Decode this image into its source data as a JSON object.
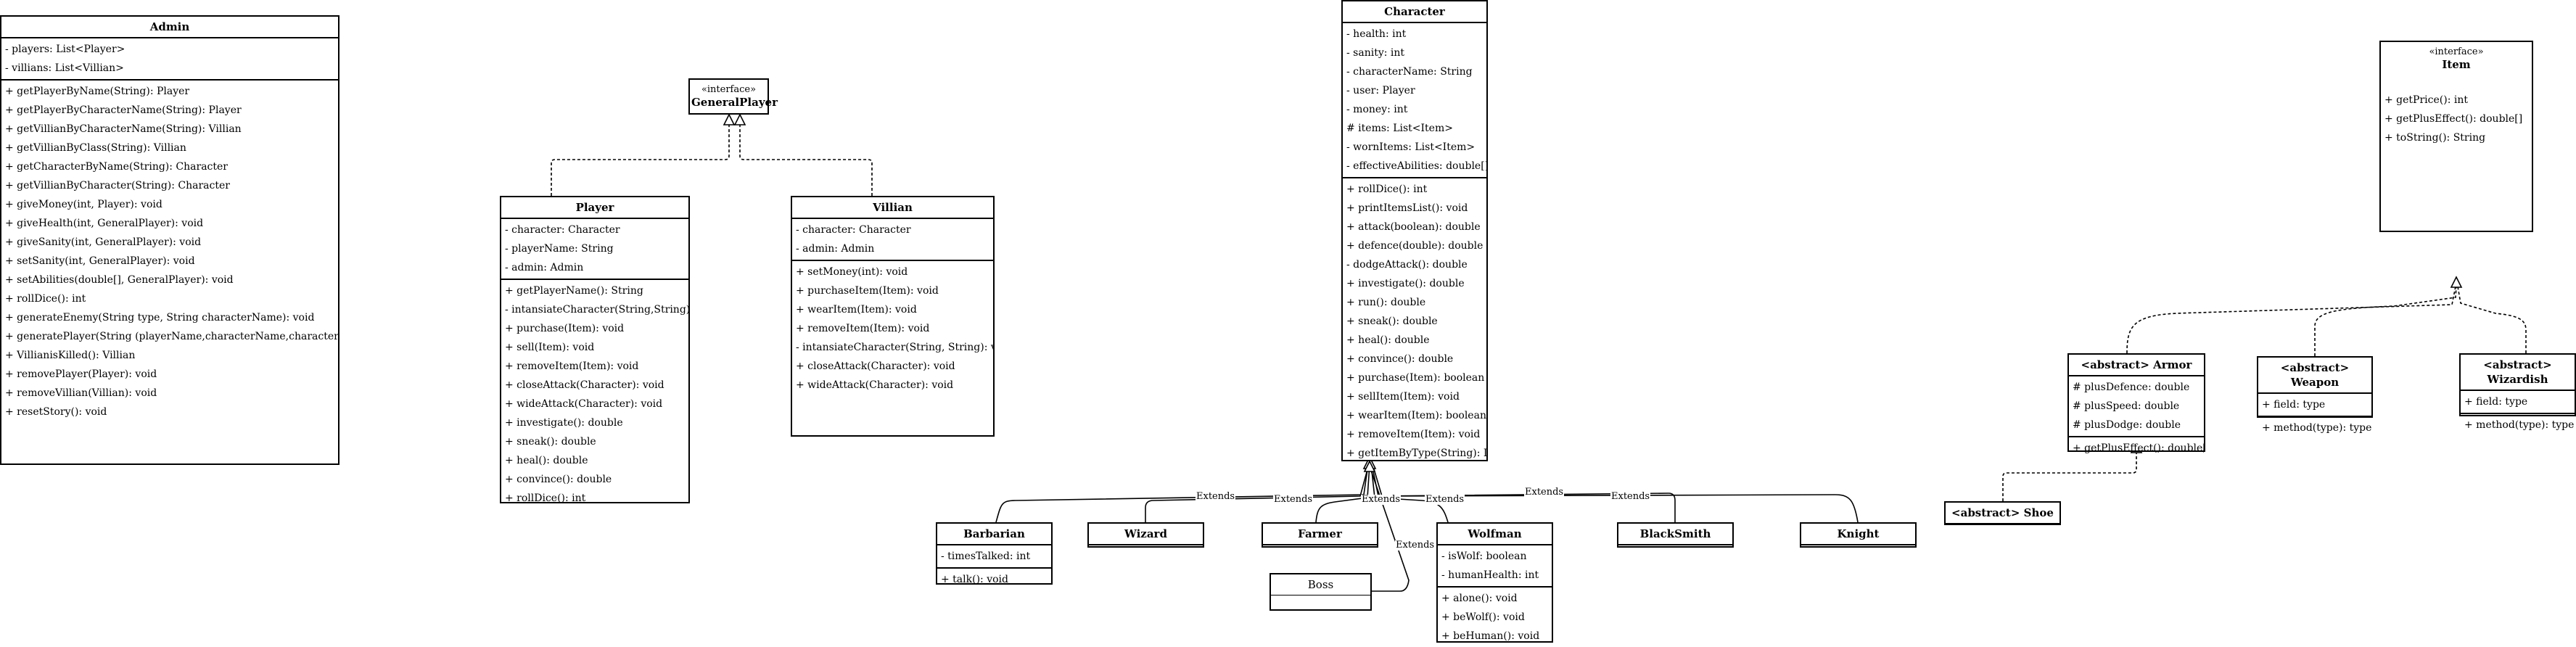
{
  "classes": {
    "admin": {
      "title": "Admin",
      "attributes": [
        "- players: List<Player>",
        "- villians: List<Villian>"
      ],
      "methods": [
        "+ getPlayerByName(String): Player",
        "+ getPlayerByCharacterName(String): Player",
        "+ getVillianByCharacterName(String): Villian",
        "+ getVillianByClass(String): Villian",
        "+ getCharacterByName(String): Character",
        "+ getVillianByCharacter(String): Character",
        "+ giveMoney(int, Player): void",
        "+ giveHealth(int, GeneralPlayer): void",
        "+ giveSanity(int, GeneralPlayer): void",
        "+ setSanity(int, GeneralPlayer): void",
        "+ setAbilities(double[], GeneralPlayer): void",
        "+ rollDice(): int",
        "+ generateEnemy(String type, String characterName): void",
        "+ generatePlayer(String (playerName,characterName,character)): boolean",
        "+ VillianisKilled(): Villian",
        "+ removePlayer(Player): void",
        "+ removeVillian(Villian): void",
        "+ resetStory(): void"
      ]
    },
    "general_player": {
      "stereotype": "«interface»",
      "title": "GeneralPlayer"
    },
    "player": {
      "title": "Player",
      "attributes": [
        "- character: Character",
        "- playerName: String",
        "- admin: Admin"
      ],
      "methods": [
        "+ getPlayerName(): String",
        "- intansiateCharacter(String,String): void",
        "+ purchase(Item): void",
        "+ sell(Item): void",
        "+ removeItem(Item): void",
        "+ closeAttack(Character): void",
        "+ wideAttack(Character): void",
        "+ investigate(): double",
        "+ sneak(): double",
        "+ heal(): double",
        "+ convince(): double",
        "+ rollDice(): int"
      ]
    },
    "villian": {
      "title": "Villian",
      "attributes": [
        "- character: Character",
        "- admin: Admin"
      ],
      "methods": [
        "+ setMoney(int): void",
        "+ purchaseItem(Item): void",
        "+ wearItem(Item): void",
        "+ removeItem(Item): void",
        "- intansiateCharacter(String, String): void",
        "+ closeAttack(Character): void",
        "+ wideAttack(Character): void"
      ]
    },
    "character": {
      "title": "Character",
      "attributes": [
        "- health: int",
        "- sanity: int",
        "- characterName: String",
        "- user: Player",
        "- money: int",
        "# items: List<Item>",
        "- wornItems: List<Item>",
        "- effectiveAbilities: double[]"
      ],
      "methods": [
        "+ rollDice(): int",
        "+ printItemsList(): void",
        "+ attack(boolean): double",
        "+ defence(double): double",
        "- dodgeAttack(): double",
        "+ investigate(): double",
        "+ run(): double",
        "+ sneak(): double",
        "+ heal(): double",
        "+ convince(): double",
        "+ purchase(Item): boolean",
        "+ sellItem(Item): void",
        "+ wearItem(Item): boolean",
        "+ removeItem(Item): void",
        "+ getItemByType(String): Item"
      ]
    },
    "item": {
      "stereotype": "«interface»",
      "title": "Item",
      "methods": [
        "+ getPrice(): int",
        "+ getPlusEffect(): double[]",
        "+ toString(): String"
      ]
    },
    "armor": {
      "title": "<abstract> Armor",
      "attributes": [
        "# plusDefence: double",
        "# plusSpeed: double",
        "# plusDodge: double"
      ],
      "methods": [
        "+ getPlusEffect(): double[]"
      ]
    },
    "weapon": {
      "title": "<abstract> Weapon",
      "attributes": [
        "+ field: type"
      ],
      "methods": [
        "+ method(type): type"
      ]
    },
    "wizardish": {
      "title": "<abstract> Wizardish",
      "attributes": [
        "+ field: type"
      ],
      "methods": [
        "+ method(type): type"
      ]
    },
    "shoe": {
      "title": "<abstract> Shoe"
    },
    "barbarian": {
      "title": "Barbarian",
      "attributes": [
        "- timesTalked: int"
      ],
      "methods": [
        "+ talk(): void"
      ]
    },
    "wizard": {
      "title": "Wizard"
    },
    "farmer": {
      "title": "Farmer"
    },
    "wolfman": {
      "title": "Wolfman",
      "attributes": [
        "- isWolf: boolean",
        "- humanHealth: int"
      ],
      "methods": [
        "+ alone(): void",
        "+ beWolf(): void",
        "+ beHuman(): void"
      ]
    },
    "blacksmith": {
      "title": "BlackSmith"
    },
    "knight": {
      "title": "Knight"
    },
    "boss": {
      "title": "Boss"
    }
  },
  "edge_labels": {
    "extends": "Extends"
  }
}
